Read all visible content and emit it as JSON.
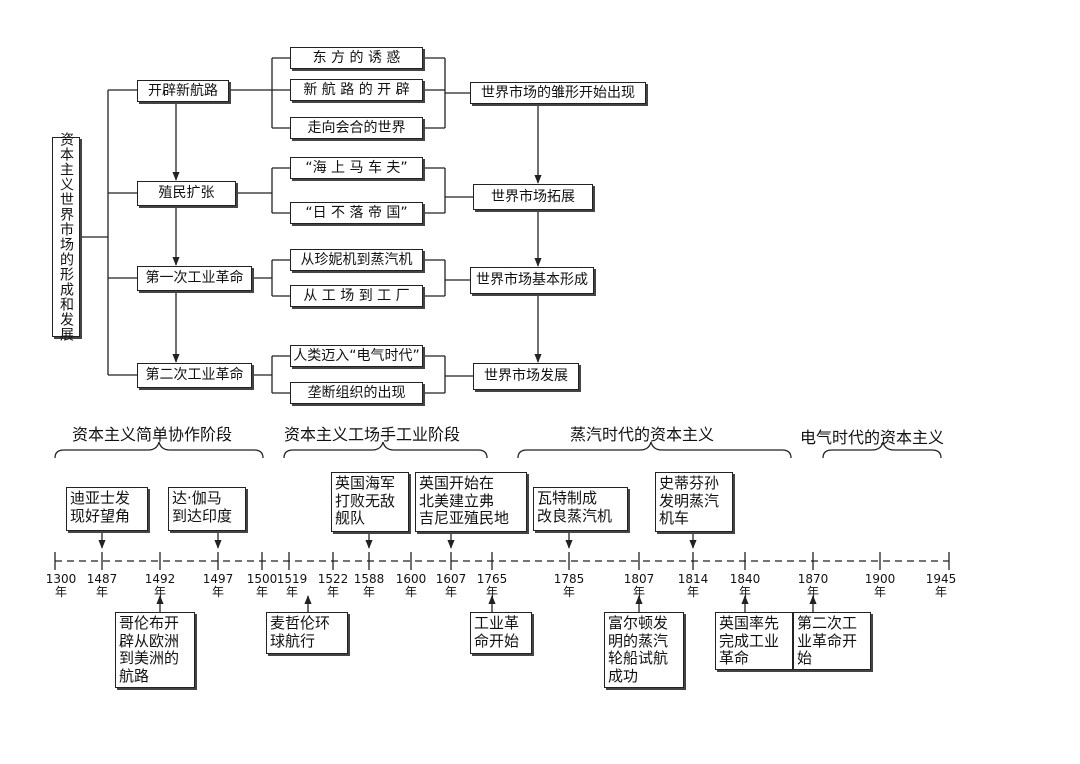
{
  "concept_map": {
    "root": "资本主义世界市场的形成和发展",
    "branches": [
      {
        "label": "开辟新航路",
        "subs": [
          "东 方 的 诱 惑",
          "新 航 路 的 开 辟",
          "走向会合的世界"
        ],
        "result": "世界市场的雏形开始出现"
      },
      {
        "label": "殖民扩张",
        "subs": [
          "“海 上 马 车 夫”",
          "“日 不 落 帝 国”"
        ],
        "result": "世界市场拓展"
      },
      {
        "label": "第一次工业革命",
        "subs": [
          "从珍妮机到蒸汽机",
          "从 工 场 到 工 厂"
        ],
        "result": "世界市场基本形成"
      },
      {
        "label": "第二次工业革命",
        "subs": [
          "人类迈入“电气时代”",
          "垄断组织的出现"
        ],
        "result": "世界市场发展"
      }
    ]
  },
  "timeline": {
    "stages": [
      "资本主义简单协作阶段",
      "资本主义工场手工业阶段",
      "蒸汽时代的资本主义",
      "电气时代的资本主义"
    ],
    "years": [
      "1300\n年",
      "1487\n年",
      "1492\n年",
      "1497\n年",
      "1500\n年",
      "1519\n年",
      "1522\n年",
      "1588\n年",
      "1600\n年",
      "1607\n年",
      "1765\n年",
      "1785\n年",
      "1807\n年",
      "1814\n年",
      "1840\n年",
      "1870\n年",
      "1900\n年",
      "1945\n年"
    ],
    "events_above": [
      "迪亚士发\n现好望角",
      "达·伽马\n到达印度",
      "英国海军\n打败无敌\n舰队",
      "英国开始在\n北美建立弗\n吉尼亚殖民地",
      "瓦特制成\n改良蒸汽机",
      "史蒂芬孙\n发明蒸汽\n机车"
    ],
    "events_below": [
      "哥伦布开\n辟从欧洲\n到美洲的\n航路",
      "麦哲伦环\n球航行",
      "工业革\n命开始",
      "富尔顿发\n明的蒸汽\n轮船试航\n成功",
      "英国率先\n完成工业\n革命",
      "第二次工\n业革命开\n始"
    ]
  }
}
